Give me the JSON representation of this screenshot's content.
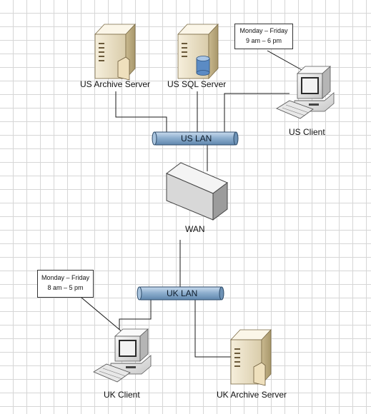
{
  "nodes": {
    "us_archive_server": "US Archive Server",
    "us_sql_server": "US SQL Server",
    "us_client": "US Client",
    "us_lan": "US LAN",
    "wan": "WAN",
    "uk_lan": "UK LAN",
    "uk_client": "UK Client",
    "uk_archive_server": "UK Archive Server"
  },
  "notes": {
    "us_hours": {
      "days": "Monday – Friday",
      "hours": "9 am – 6 pm"
    },
    "uk_hours": {
      "days": "Monday – Friday",
      "hours": "8 am – 5 pm"
    }
  },
  "colors": {
    "lan_fill": "#8fb0cf",
    "server_fill": "#efe6cc",
    "wan_fill": "#e4e4e4",
    "database_fill": "#5b8bc4"
  },
  "icons": {
    "us_archive_server": "archive-server-icon",
    "us_sql_server": "database-server-icon",
    "us_client": "desktop-computer-icon",
    "wan": "wan-cloud-box-icon",
    "uk_client": "desktop-computer-icon",
    "uk_archive_server": "archive-server-icon"
  }
}
